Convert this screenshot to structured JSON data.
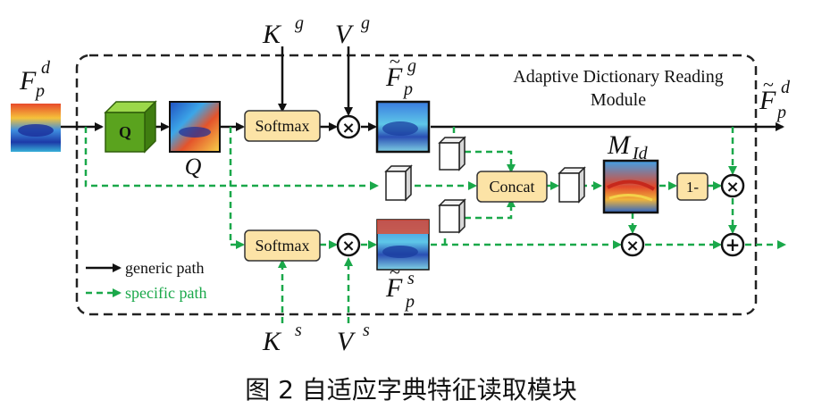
{
  "module": {
    "title_line1": "Adaptive Dictionary Reading",
    "title_line2": "Module"
  },
  "labels": {
    "input_F": "F",
    "input_sup": "d",
    "input_sub": "p",
    "output_F": "F",
    "output_sup": "d",
    "output_sub": "p",
    "Q_cube": "Q",
    "Q_label": "Q",
    "Kg": "K",
    "Kg_sup": "g",
    "Vg": "V",
    "Vg_sup": "g",
    "Ks": "K",
    "Ks_sup": "s",
    "Vs": "V",
    "Vs_sup": "s",
    "Fg": "F",
    "Fg_sup": "g",
    "Fg_sub": "p",
    "Fs": "F",
    "Fs_sup": "s",
    "Fs_sub": "p",
    "M": "M",
    "M_sub": "Id"
  },
  "blocks": {
    "softmax_top": "Softmax",
    "softmax_bottom": "Softmax",
    "concat": "Concat",
    "one_minus": "1-"
  },
  "operators": {
    "multiply": "×",
    "add": "+"
  },
  "legend": {
    "generic": "generic path",
    "specific": "specific path"
  },
  "caption": "图 2  自适应字典特征读取模块",
  "colors": {
    "generic_path": "#111111",
    "specific_path": "#1aa84a",
    "block_fill": "#fce3a6",
    "cube_front": "#5aa31e",
    "cube_top": "#9bd84a",
    "cube_side": "#3f7d10"
  }
}
